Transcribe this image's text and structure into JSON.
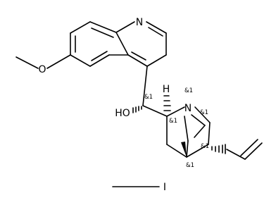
{
  "structure": {
    "atoms": {
      "quinoline_n": "N",
      "methoxy_o": "O",
      "hydroxyl": "HO",
      "bridgehead_n": "N",
      "stereo_h": "H",
      "iodine": "I"
    },
    "stereo_labels": {
      "carbinol": "&1",
      "c8": "&1",
      "n1": "&1",
      "c8_lower": "&1",
      "c3": "&1",
      "c4": "&1"
    },
    "colors": {
      "ink": "#000000",
      "background": "#ffffff"
    }
  }
}
